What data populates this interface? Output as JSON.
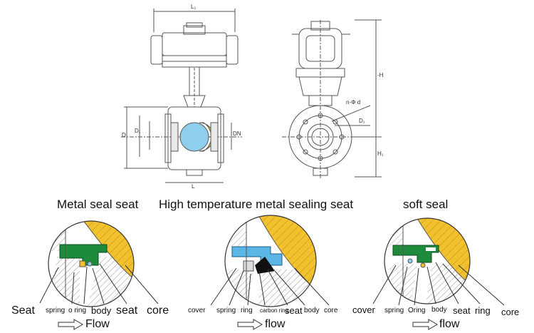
{
  "titles": {
    "metal": "Metal seal seat",
    "high_temp": "High temperature metal sealing seat",
    "soft": "soft seal"
  },
  "dimensions": {
    "L1": "L₁",
    "L": "L",
    "D": "D",
    "D1": "D₁",
    "DN": "DN",
    "H": "-H",
    "H1": "H₁",
    "n_phi_d": "n-Φ d",
    "D1_side": "D₁"
  },
  "metal_labels": {
    "seat_left": "Seat",
    "spring": "spring",
    "o_ring": "o ring",
    "body": "body",
    "seat": "seat",
    "core": "core",
    "flow": "Flow"
  },
  "high_temp_labels": {
    "cover": "cover",
    "spring": "spring",
    "ring": "ring",
    "carbon_ring": "carbon ring",
    "seat": "seat",
    "body": "body",
    "core": "core",
    "flow": "flow"
  },
  "soft_labels": {
    "cover": "cover",
    "spring": "spring",
    "oring": "Oring",
    "body": "body",
    "seat": "seat",
    "ring": "ring",
    "core": "core",
    "flow": "flow"
  },
  "colors": {
    "seat_green": "#1e8a3c",
    "core_yellow": "#f2c12e",
    "ball_blue": "#8ecfee",
    "seat_blue": "#5bb6e6",
    "line": "#555555"
  }
}
